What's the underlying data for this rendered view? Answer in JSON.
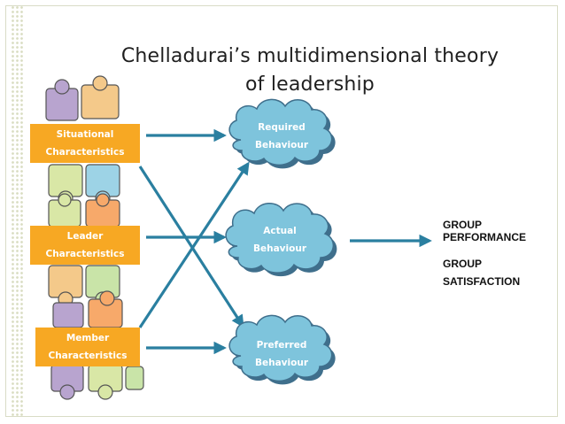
{
  "title": {
    "line1": "Chelladurai’s  multidimensional theory",
    "line2": "of leadership"
  },
  "characteristics": [
    {
      "line1": "Situational",
      "line2": "Characteristics"
    },
    {
      "line1": "Leader",
      "line2": "Characteristics"
    },
    {
      "line1": "Member",
      "line2": "Characteristics"
    }
  ],
  "behaviours": [
    {
      "line1": "Required",
      "line2": "Behaviour"
    },
    {
      "line1": "Actual",
      "line2": "Behaviour"
    },
    {
      "line1": "Preferred",
      "line2": "Behaviour"
    }
  ],
  "outcomes": [
    {
      "line1": "GROUP",
      "line2": "PERFORMANCE"
    },
    {
      "line1": "GROUP",
      "line2": "SATISFACTION"
    }
  ],
  "colors": {
    "box_fill": "#f7a823",
    "cloud_fill": "#7ec4dc",
    "cloud_stroke": "#3f6f8c",
    "arrow": "#2a7fa0",
    "puzzle": [
      "#b8a4cf",
      "#f4c98a",
      "#d9e7a6",
      "#9dd3e6",
      "#f7a96a",
      "#c9e4a8"
    ]
  }
}
